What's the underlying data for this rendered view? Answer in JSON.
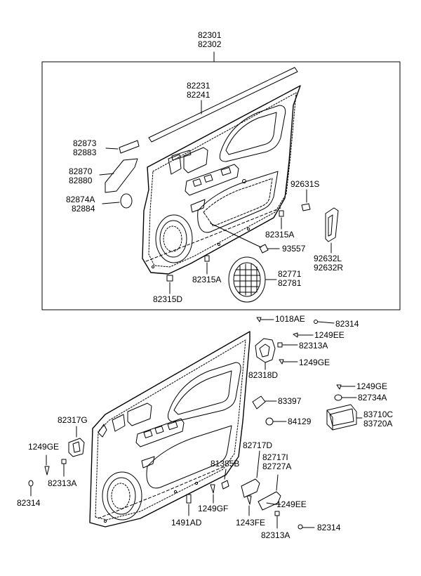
{
  "labels": {
    "assembly": [
      "82301",
      "82302"
    ],
    "garnish": [
      "82231",
      "82241"
    ],
    "cap": [
      "82873",
      "82883"
    ],
    "armrest_bracket": [
      "82870",
      "82880"
    ],
    "armrest_cover": [
      "82874A",
      "82884"
    ],
    "lamp_clip": [
      "92631S"
    ],
    "clip_a": [
      "82315A"
    ],
    "fastener": [
      "93557"
    ],
    "courtesy_lamp": [
      "92632L",
      "92632R"
    ],
    "clip_a2": [
      "82315A"
    ],
    "speaker_grille": [
      "82771",
      "82781"
    ],
    "clip_d": [
      "82315D"
    ],
    "screw_1018": [
      "1018AE"
    ],
    "screw_82314_top": [
      "82314"
    ],
    "bolt_1249ee_top": [
      "1249EE"
    ],
    "cover_82313a_top": [
      "82313A"
    ],
    "bolt_1249ge_mid": [
      "1249GE"
    ],
    "handle_cover": [
      "82318D"
    ],
    "bolt_1249ge_right": [
      "1249GE"
    ],
    "pad_82734a": [
      "82734A"
    ],
    "pocket": [
      "83710C",
      "83720A"
    ],
    "seal_83397": [
      "83397"
    ],
    "plug_84129": [
      "84129"
    ],
    "switch_bezel": [
      "82317G"
    ],
    "bolt_1249ge_left": [
      "1249GE"
    ],
    "cover_82313a_left": [
      "82313A"
    ],
    "screw_82314_left": [
      "82314"
    ],
    "bracket_82717d": [
      "82717D"
    ],
    "bracket_82717i": [
      "82717I",
      "82727A"
    ],
    "clip_81385b": [
      "81385B"
    ],
    "bolt_1249gf": [
      "1249GF"
    ],
    "clip_1491ad": [
      "1491AD"
    ],
    "bolt_1243fe": [
      "1243FE"
    ],
    "bolt_1249ee_bottom": [
      "1249EE"
    ],
    "cover_82313a_bottom": [
      "82313A"
    ],
    "screw_82314_bottom": [
      "82314"
    ]
  }
}
